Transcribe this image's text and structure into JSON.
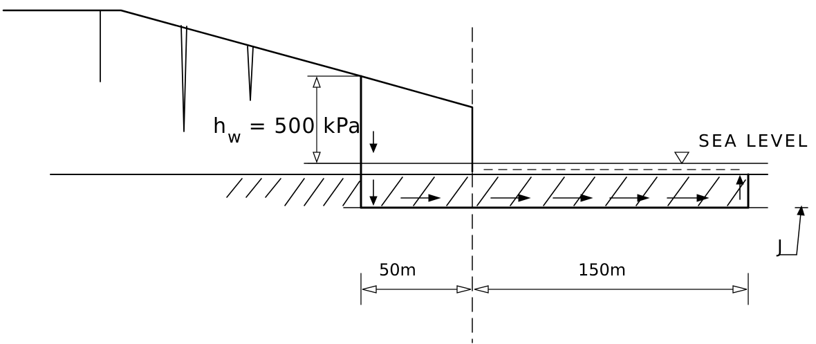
{
  "labels": {
    "head_symbol": "h",
    "head_subscript": "w",
    "head_value": "= 500 kPa",
    "sea_level": "SEA LEVEL",
    "dim_left": "50m",
    "dim_right": "150m",
    "j_mark": "J"
  },
  "colors": {
    "ink": "#000000",
    "background": "#ffffff"
  }
}
